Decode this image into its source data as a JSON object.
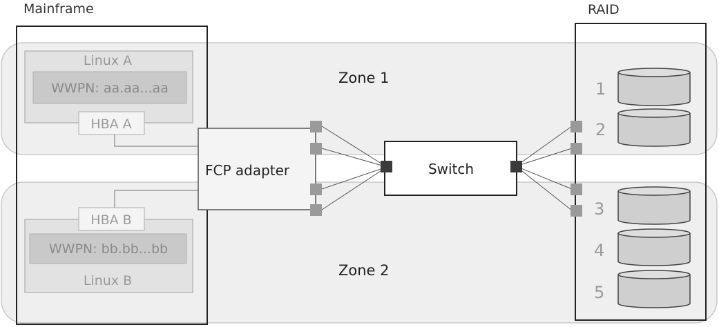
{
  "labels": {
    "mainframe": "Mainframe",
    "raid": "RAID",
    "zone1": "Zone 1",
    "zone2": "Zone 2",
    "linux_a": "Linux A",
    "linux_b": "Linux B",
    "wwpn_a": "WWPN: aa.aa...aa",
    "wwpn_b": "WWPN: bb.bb...bb",
    "hba_a": "HBA A",
    "hba_b": "HBA B",
    "fcp_adapter": "FCP adapter",
    "switch": "Switch",
    "disk_1": "1",
    "disk_2": "2",
    "disk_3": "3",
    "disk_4": "4",
    "disk_5": "5"
  },
  "colors": {
    "zone_fill": "#efefef",
    "zone_stroke": "#c8c8c8",
    "port_gray": "#9a9a9a",
    "port_dark": "#3a3a3a",
    "disk_fill": "#cfcfcf",
    "muted_text": "#9a9a9a"
  }
}
